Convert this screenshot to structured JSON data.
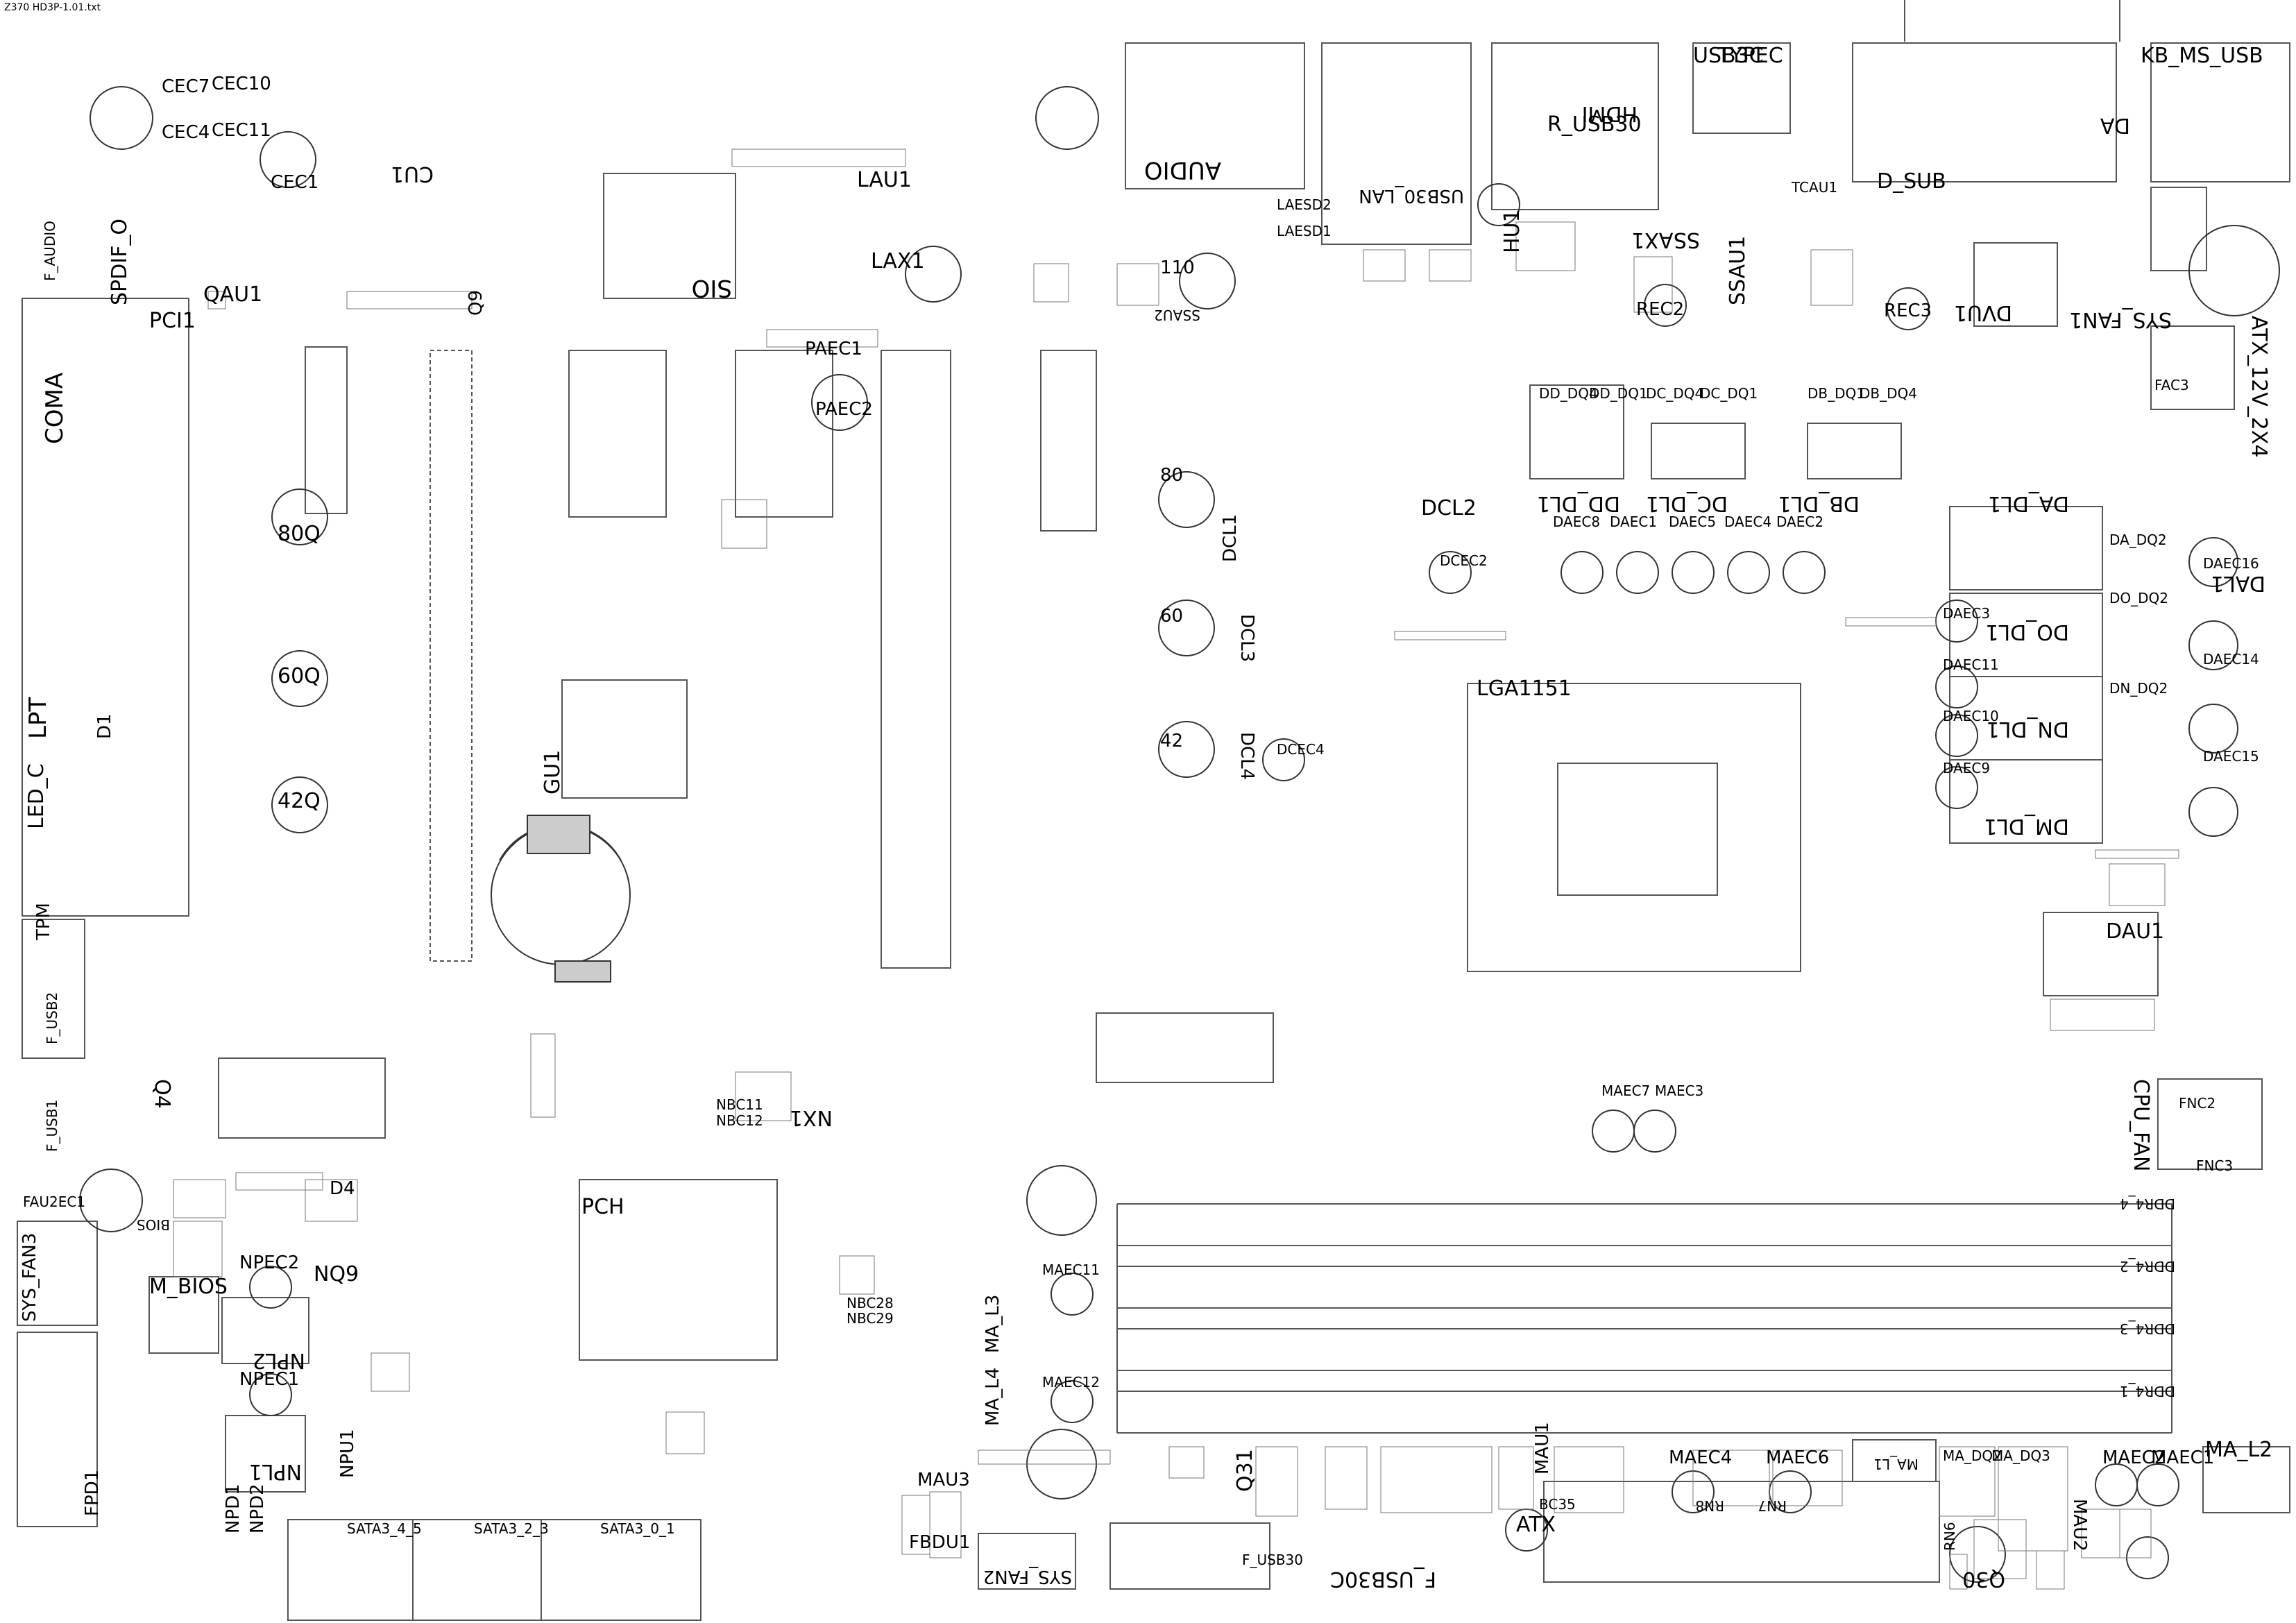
{
  "file_title": "Z370 HD3P-1.01.txt",
  "headers": {
    "usb3c": "USB3C",
    "type_c": "TYPEC",
    "kb_ms_usb": "KB_MS_USB",
    "audio": "AUDIO",
    "hdmi": "HDMI",
    "r_usb30": "R_USB30",
    "usb30_lan": "USB30_LAN",
    "d_sub": "D_SUB",
    "da": "DA"
  },
  "labels": {
    "cec7": "CEC7",
    "cec10": "CEC10",
    "cec4": "CEC4",
    "cec11": "CEC11",
    "cec1": "CEC1",
    "cu1": "CU1",
    "qau1": "QAU1",
    "q9": "Q9",
    "spdif_o": "SPDIF_O",
    "pci1": "PCI1",
    "coma": "COMA",
    "lpt": "LPT",
    "d1": "D1",
    "led_c": "LED_C",
    "tpm": "TPM",
    "q80": "80Q",
    "q60": "60Q",
    "q42": "42Q",
    "sio": "SIO",
    "lau1": "LAU1",
    "lax1": "LAX1",
    "paec1": "PAEC1",
    "paec2": "PAEC2",
    "n110": "110",
    "ssau2": "SSAU2",
    "n80": "80",
    "n60": "60",
    "n42": "42",
    "dcl1": "DCL1",
    "dcl2": "DCL2",
    "dcl3": "DCL3",
    "dcl4": "DCL4",
    "dcec2": "DCEC2",
    "dcec4": "DCEC4",
    "gu1": "GU1",
    "hu1": "HU1",
    "ssax1": "SSAX1",
    "ssau1": "SSAU1",
    "rec2": "REC2",
    "rec3": "REC3",
    "dvu1": "DVU1",
    "sys_fan1": "SYS_FAN1",
    "atx_12v_2x4": "ATX_12V_2X4",
    "dd_dl1": "DD_DL1",
    "dc_dl1": "DC_DL1",
    "db_dl1": "DB_DL1",
    "da_dl1": "DA_DL1",
    "dal1": "DAL1",
    "do_dl1": "DO_DL1",
    "dn_dl1": "DN_DL1",
    "dm_dl1": "DM_DL1",
    "daec8": "DAEC8",
    "daec1": "DAEC1",
    "daec5": "DAEC5",
    "daec4": "DAEC4",
    "daec2": "DAEC2",
    "daec16": "DAEC16",
    "daec3": "DAEC3",
    "daec14": "DAEC14",
    "daec11": "DAEC11",
    "daec10": "DAEC10",
    "daec15": "DAEC15",
    "daec9": "DAEC9",
    "dau1": "DAU1",
    "cpu_fan": "CPU_FAN",
    "lga1151": "LGA1151",
    "pch": "PCH",
    "nx1": "NX1",
    "q4": "Q4",
    "d4": "D4",
    "bios": "BIOS",
    "m_bios": "M_BIOS",
    "npec2": "NPEC2",
    "nq9": "NQ9",
    "npl2": "NPL2",
    "npec1": "NPEC1",
    "npl1": "NPL1",
    "npu1": "NPU1",
    "npd1": "NPD1",
    "npd2": "NPD2",
    "sys_fan3": "SYS_FAN3",
    "fpd1": "FPD1",
    "fau2ec1": "FAU2EC1",
    "sata3_4_5": "SATA3_4_5",
    "sata3_2_3": "SATA3_2_3",
    "sata3_0_1": "SATA3_0_1",
    "ma_l3": "MA_L3",
    "ma_l4": "MA_L4",
    "maec11": "MAEC11",
    "maec12": "MAEC12",
    "mau3": "MAU3",
    "fbdu1": "FBDU1",
    "sys_fan2": "SYS_FAN2",
    "q31": "Q31",
    "q30": "Q30",
    "mau1": "MAU1",
    "maec4": "MAEC4",
    "maec6": "MAEC6",
    "maec7": "MAEC7",
    "maec3": "MAEC3",
    "maec2": "MAEC2",
    "maec1": "MAEC1",
    "ma_l2": "MA_L2",
    "mau2": "MAU2",
    "atx": "ATX",
    "f_usb30c": "F_USB30C",
    "bc35": "BC35",
    "rn8": "RN8",
    "rn7": "RN7",
    "rn6": "RN6",
    "ma_l1": "MA_L1",
    "ddr4_4": "DDR4_4",
    "ddr4_2": "DDR4_2",
    "ddr4_3": "DDR4_3",
    "ddr4_1": "DDR4_1",
    "f_usb2": "F_USB2",
    "f_usb1": "F_USB1",
    "f_audio": "F_AUDIO",
    "dd_dq4": "DD_DQ4",
    "dd_dq1": "DD_DQ1",
    "dc_dq4": "DC_DQ4",
    "dc_dq1": "DC_DQ1",
    "db_dq1": "DB_DQ1",
    "db_dq4": "DB_DQ4",
    "da_dq2": "DA_DQ2",
    "do_dq2": "DO_DQ2",
    "dn_dq2": "DN_DQ2",
    "ma_dq2": "MA_DQ2",
    "ma_dq3": "MA_DQ3",
    "tcau1": "TCAU1",
    "fnc2": "FNC2",
    "fnc3": "FNC3",
    "fac3": "FAC3",
    "nbc11": "NBC11",
    "nbc12": "NBC12",
    "nbc28": "NBC28",
    "nbc29": "NBC29",
    "f_usb30": "F_USB30",
    "laesd1": "LAESD1",
    "laesd2": "LAESD2"
  }
}
